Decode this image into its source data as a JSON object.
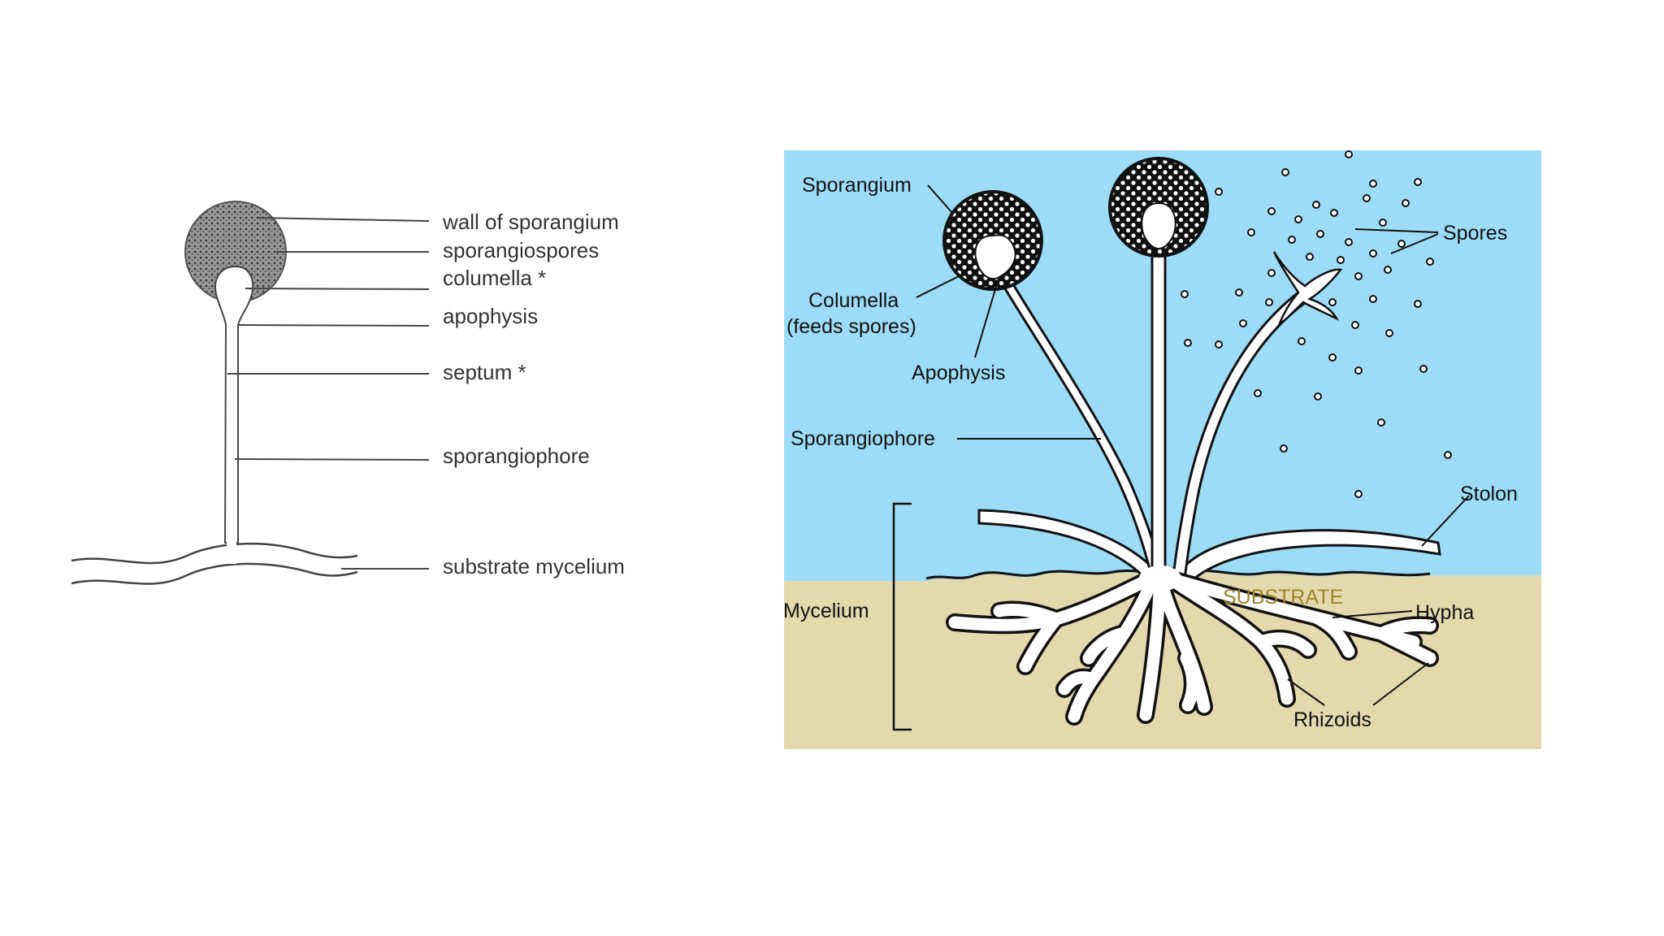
{
  "left_diagram": {
    "labels": [
      "wall of sporangium",
      "sporangiospores",
      "columella *",
      "apophysis",
      "septum *",
      "sporangiophore",
      "substrate mycelium"
    ]
  },
  "right_diagram": {
    "colors": {
      "sky": "#9ddcf7",
      "substrate": "#e3d9ad",
      "substrate_label": "#a0822a"
    },
    "labels": {
      "sporangium": "Sporangium",
      "columella_line1": "Columella",
      "columella_line2": "(feeds spores)",
      "apophysis": "Apophysis",
      "sporangiophore": "Sporangiophore",
      "mycelium": "Mycelium",
      "spores": "Spores",
      "stolon": "Stolon",
      "substrate": "SUBSTRATE",
      "hypha": "Hypha",
      "rhizoids": "Rhizoids"
    }
  }
}
